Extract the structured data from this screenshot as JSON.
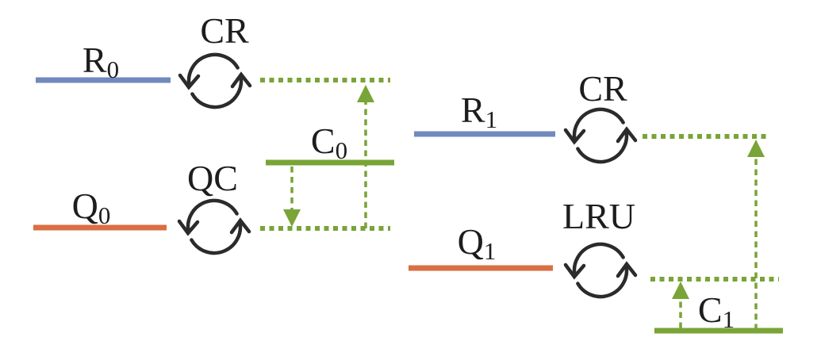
{
  "colors": {
    "level-blue": "#7189bd",
    "level-orange": "#d96f43",
    "coupler-green": "#79a437",
    "icon-dark": "#2b2b2b",
    "label-dark": "#1d1d1d",
    "background": "#ffffff"
  },
  "icons": {
    "cycle": "circular-cycle-arrows"
  },
  "left": {
    "r_level": {
      "main": "R",
      "sub": "0"
    },
    "cr_gate": "CR",
    "c_level": {
      "main": "C",
      "sub": "0"
    },
    "q_level": {
      "main": "Q",
      "sub": "0"
    },
    "qc_gate": "QC"
  },
  "right": {
    "r_level": {
      "main": "R",
      "sub": "1"
    },
    "cr_gate": "CR",
    "q_level": {
      "main": "Q",
      "sub": "1"
    },
    "lru_gate": "LRU",
    "c_level": {
      "main": "C",
      "sub": "1"
    }
  }
}
